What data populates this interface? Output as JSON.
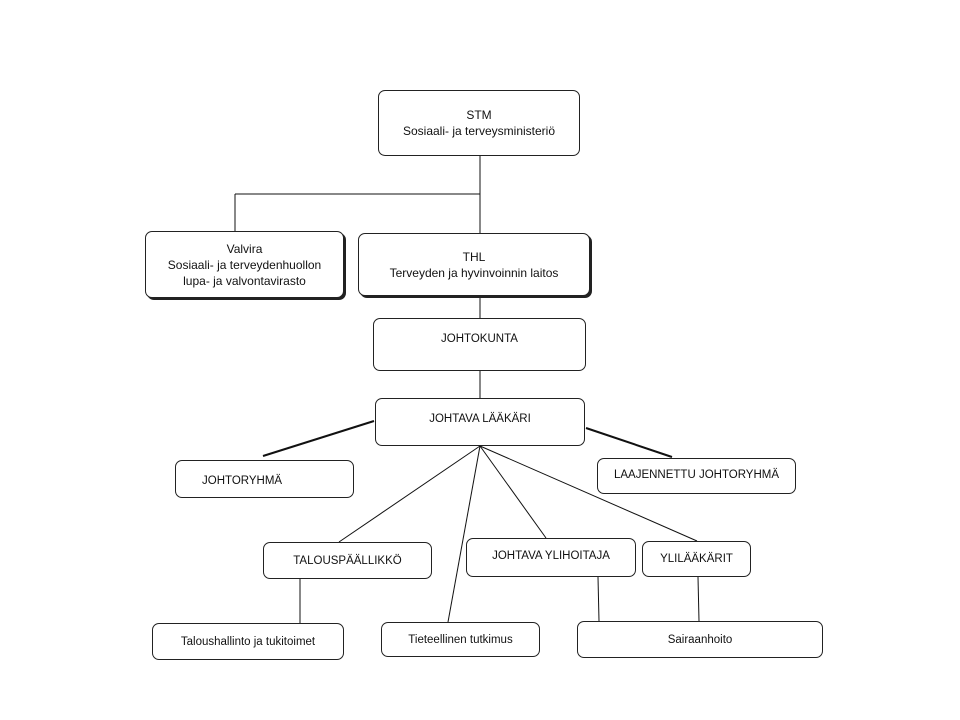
{
  "org_chart": {
    "stm": {
      "abbr": "STM",
      "name": "Sosiaali- ja terveysministeriö"
    },
    "valvira": {
      "abbr": "Valvira",
      "name_line1": "Sosiaali- ja terveydenhuollon",
      "name_line2": "lupa- ja valvontavirasto"
    },
    "thl": {
      "abbr": "THL",
      "name": "Terveyden ja hyvinvoinnin laitos"
    },
    "johtokunta": {
      "label": "JOHTOKUNTA"
    },
    "johtava_laakari": {
      "label": "JOHTAVA LÄÄKÄRI"
    },
    "johtoryhma": {
      "label": "JOHTORYHMÄ"
    },
    "laajennettu_johtoryhma": {
      "label": "LAAJENNETTU JOHTORYHMÄ"
    },
    "talouspaallikko": {
      "label": "TALOUSPÄÄLLIKKÖ"
    },
    "johtava_ylihoitaja": {
      "label": "JOHTAVA YLIHOITAJA"
    },
    "ylilaakarit": {
      "label": "YLILÄÄKÄRIT"
    },
    "taloushallinto": {
      "label": "Taloushallinto ja tukitoimet"
    },
    "tieteellinen_tutkimus": {
      "label": "Tieteellinen tutkimus"
    },
    "sairaanhoito": {
      "label": "Sairaanhoito"
    }
  }
}
